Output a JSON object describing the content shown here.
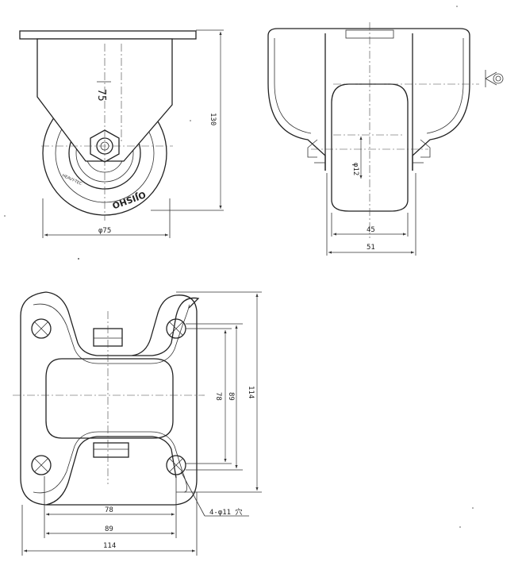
{
  "side_view": {
    "offset_label": "75",
    "height_label": "130",
    "diameter_label": "φ75",
    "brand_text": "OJISHO",
    "tire_small_text": "HEAVY-TEC"
  },
  "front_view": {
    "bore_label": "φ12",
    "wheel_width_label": "45",
    "overall_width_label": "51"
  },
  "plate_view": {
    "hole_spacing_inner_label": "78",
    "hole_spacing_label": "89",
    "plate_length_label": "114",
    "plate_width_label": "114",
    "hole_spacing_w_inner_label": "78",
    "hole_spacing_w_label": "89",
    "hole_callout": "4-φ11 穴"
  }
}
